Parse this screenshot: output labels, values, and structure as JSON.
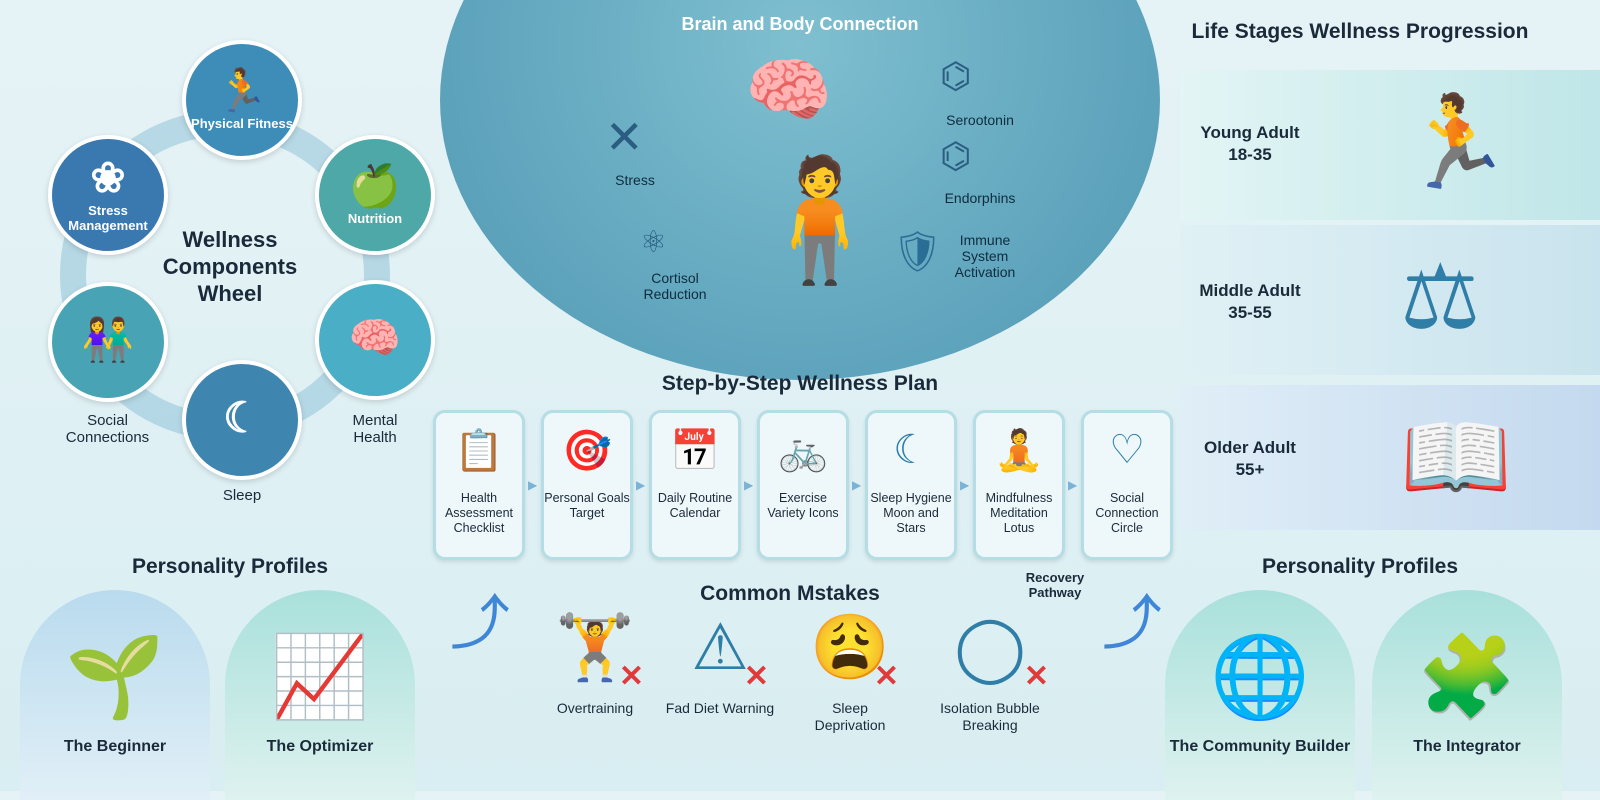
{
  "wheel": {
    "title": "Wellness Components Wheel",
    "items": [
      {
        "label": "Physical Fitness",
        "icon": "runner-dumbbell-icon"
      },
      {
        "label": "Nutrition",
        "icon": "apple-water-icon"
      },
      {
        "label": "Mental Health",
        "icon": "brain-heart-icon"
      },
      {
        "label": "Sleep",
        "icon": "moon-stars-icon"
      },
      {
        "label": "Social Connections",
        "icon": "people-holding-hands-icon"
      },
      {
        "label": "Stress Management",
        "icon": "lotus-icon"
      }
    ]
  },
  "brain": {
    "title": "Brain and Body Connection",
    "stress": "Stress",
    "cortisol": "Cortisol Reduction",
    "serotonin": "Serootonin",
    "endorphins": "Endorphins",
    "immune": "Immune System Activation"
  },
  "plan": {
    "title": "Step-by-Step Wellness Plan",
    "steps": [
      {
        "label": "Health Assessment Checklist"
      },
      {
        "label": "Personal Goals Target"
      },
      {
        "label": "Daily Routine Calendar"
      },
      {
        "label": "Exercise Variety Icons"
      },
      {
        "label": "Sleep Hygiene Moon and Stars"
      },
      {
        "label": "Mindfulness Meditation Lotus"
      },
      {
        "label": "Social Connection Circle"
      }
    ]
  },
  "life": {
    "title": "Life Stages Wellness Progression",
    "stages": [
      {
        "name": "Young Adult",
        "range": "18-35"
      },
      {
        "name": "Middle Adult",
        "range": "35-55"
      },
      {
        "name": "Older Adult",
        "range": "55+"
      }
    ]
  },
  "mistakes": {
    "title": "Common Mstakes",
    "recovery": "Recovery Pathway",
    "items": [
      {
        "label": "Overtraining"
      },
      {
        "label": "Fad Diet Warning"
      },
      {
        "label": "Sleep Deprivation"
      },
      {
        "label": "Isolation Bubble Breaking"
      }
    ]
  },
  "profiles_left": {
    "title": "Personality Profiles",
    "items": [
      {
        "label": "The Beginner"
      },
      {
        "label": "The Optimizer"
      }
    ]
  },
  "profiles_right": {
    "title": "Personality Profiles",
    "items": [
      {
        "label": "The Community Builder"
      },
      {
        "label": "The Integrator"
      }
    ]
  }
}
